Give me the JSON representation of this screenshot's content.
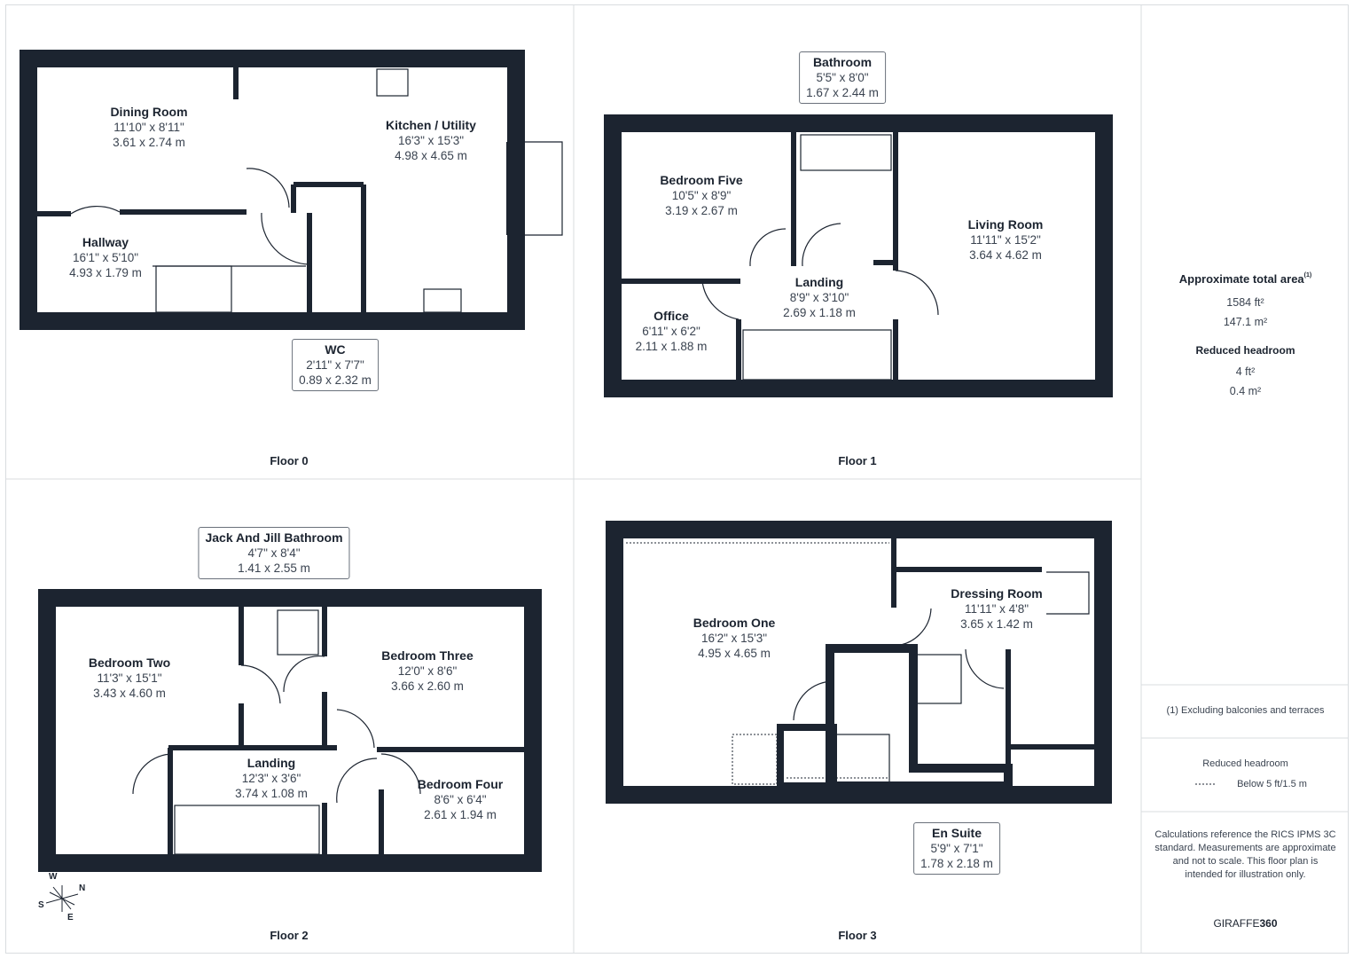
{
  "colors": {
    "wall": "#1c2430",
    "grid": "#d9dcdf",
    "text": "#3a4350"
  },
  "floors": [
    {
      "label": "Floor 0",
      "rooms": [
        {
          "name": "Dining Room",
          "imperial": "11'10\" x 8'11\"",
          "metric": "3.61 x 2.74 m"
        },
        {
          "name": "Kitchen / Utility",
          "imperial": "16'3\" x 15'3\"",
          "metric": "4.98 x 4.65 m"
        },
        {
          "name": "Hallway",
          "imperial": "16'1\" x 5'10\"",
          "metric": "4.93 x 1.79 m"
        },
        {
          "name": "WC",
          "imperial": "2'11\" x 7'7\"",
          "metric": "0.89 x 2.32 m"
        }
      ]
    },
    {
      "label": "Floor 1",
      "rooms": [
        {
          "name": "Bathroom",
          "imperial": "5'5\" x 8'0\"",
          "metric": "1.67 x 2.44 m"
        },
        {
          "name": "Bedroom Five",
          "imperial": "10'5\" x 8'9\"",
          "metric": "3.19 x 2.67 m"
        },
        {
          "name": "Living Room",
          "imperial": "11'11\" x 15'2\"",
          "metric": "3.64 x 4.62 m"
        },
        {
          "name": "Landing",
          "imperial": "8'9\" x 3'10\"",
          "metric": "2.69 x 1.18 m"
        },
        {
          "name": "Office",
          "imperial": "6'11\" x 6'2\"",
          "metric": "2.11 x 1.88 m"
        }
      ]
    },
    {
      "label": "Floor 2",
      "rooms": [
        {
          "name": "Jack And Jill Bathroom",
          "imperial": "4'7\" x 8'4\"",
          "metric": "1.41 x 2.55 m"
        },
        {
          "name": "Bedroom Two",
          "imperial": "11'3\" x 15'1\"",
          "metric": "3.43 x 4.60 m"
        },
        {
          "name": "Bedroom Three",
          "imperial": "12'0\" x 8'6\"",
          "metric": "3.66 x 2.60 m"
        },
        {
          "name": "Landing",
          "imperial": "12'3\" x 3'6\"",
          "metric": "3.74 x 1.08 m"
        },
        {
          "name": "Bedroom Four",
          "imperial": "8'6\" x 6'4\"",
          "metric": "2.61 x 1.94 m"
        }
      ]
    },
    {
      "label": "Floor 3",
      "rooms": [
        {
          "name": "Bedroom One",
          "imperial": "16'2\" x 15'3\"",
          "metric": "4.95 x 4.65 m"
        },
        {
          "name": "Dressing Room",
          "imperial": "11'11\" x 4'8\"",
          "metric": "3.65 x 1.42 m"
        },
        {
          "name": "En Suite",
          "imperial": "5'9\" x 7'1\"",
          "metric": "1.78 x 2.18 m"
        }
      ]
    }
  ],
  "compass": {
    "w": "W",
    "n": "N",
    "s": "S",
    "e": "E"
  },
  "summary": {
    "title": "Approximate total area",
    "footnote_mark": "(1)",
    "total_ft": "1584 ft²",
    "total_m": "147.1 m²",
    "reduced_title": "Reduced headroom",
    "reduced_ft": "4 ft²",
    "reduced_m": "0.4 m²",
    "footnote": "(1) Excluding balconies and terraces",
    "legend_title": "Reduced headroom",
    "legend_text": "Below 5 ft/1.5 m",
    "disclaimer": "Calculations reference the RICS IPMS 3C standard. Measurements are approximate and not to scale. This floor plan is intended for illustration only.",
    "brand_a": "GIRAFFE",
    "brand_b": "360"
  }
}
